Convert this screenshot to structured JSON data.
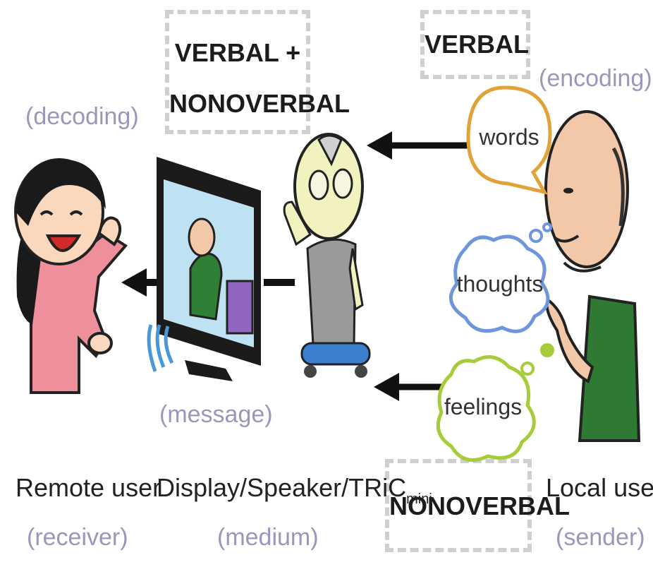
{
  "boxes": {
    "verbal_nonverbal_line1": "VERBAL +",
    "verbal_nonverbal_line2": "NONOVERBAL",
    "verbal": "VERBAL",
    "nonverbal": "NONOVERBAL"
  },
  "roles": {
    "decoding": "(decoding)",
    "encoding": "(encoding)",
    "message": "(message)",
    "receiver": "(receiver)",
    "medium": "(medium)",
    "sender": "(sender)"
  },
  "bubbles": {
    "words": "words",
    "thoughts": "thoughts",
    "feelings": "feelings"
  },
  "captions": {
    "remote_user": "Remote user",
    "medium_main": "Display/Speaker/TRiC",
    "medium_sub": "mini",
    "local_user": "Local user"
  },
  "colors": {
    "words_bubble": "#e2a23a",
    "thoughts_bubble": "#6f95dd",
    "feelings_bubble": "#a6cc3a",
    "role_text": "#9a97bb",
    "arrow": "#111111"
  }
}
